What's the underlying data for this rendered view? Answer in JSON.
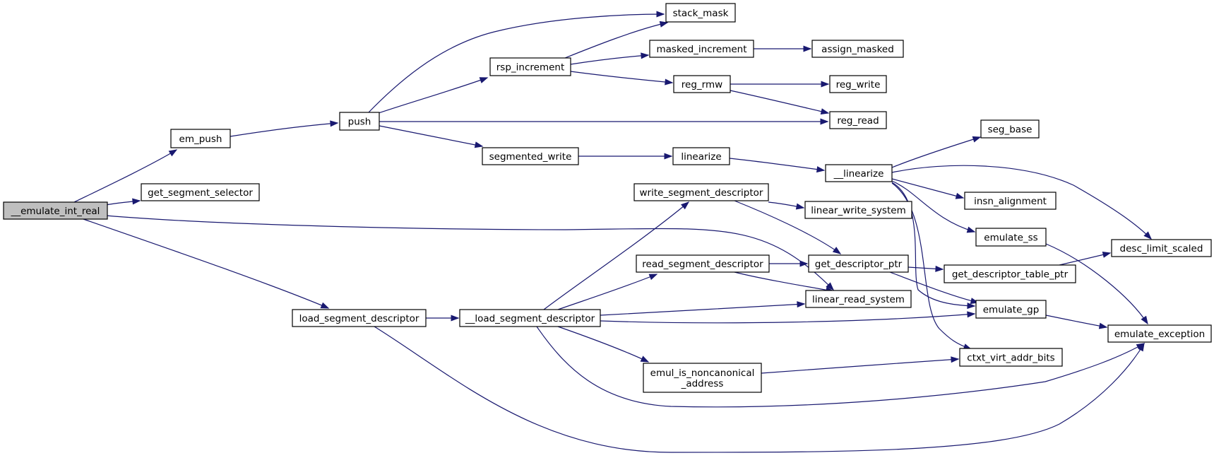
{
  "diagram": {
    "root": "__emulate_int_real",
    "nodes": [
      {
        "id": "__emulate_int_real",
        "lines": [
          "__emulate_int_real"
        ]
      },
      {
        "id": "em_push",
        "lines": [
          "em_push"
        ]
      },
      {
        "id": "get_segment_selector",
        "lines": [
          "get_segment_selector"
        ]
      },
      {
        "id": "load_segment_descriptor",
        "lines": [
          "load_segment_descriptor"
        ]
      },
      {
        "id": "push",
        "lines": [
          "push"
        ]
      },
      {
        "id": "__load_segment_descriptor",
        "lines": [
          "__load_segment_descriptor"
        ]
      },
      {
        "id": "rsp_increment",
        "lines": [
          "rsp_increment"
        ]
      },
      {
        "id": "segmented_write",
        "lines": [
          "segmented_write"
        ]
      },
      {
        "id": "stack_mask",
        "lines": [
          "stack_mask"
        ]
      },
      {
        "id": "masked_increment",
        "lines": [
          "masked_increment"
        ]
      },
      {
        "id": "reg_rmw",
        "lines": [
          "reg_rmw"
        ]
      },
      {
        "id": "linearize",
        "lines": [
          "linearize"
        ]
      },
      {
        "id": "write_segment_descriptor",
        "lines": [
          "write_segment_descriptor"
        ]
      },
      {
        "id": "read_segment_descriptor",
        "lines": [
          "read_segment_descriptor"
        ]
      },
      {
        "id": "emul_is_noncanonical_address",
        "lines": [
          "emul_is_noncanonical",
          "_address"
        ]
      },
      {
        "id": "assign_masked",
        "lines": [
          "assign_masked"
        ]
      },
      {
        "id": "reg_write",
        "lines": [
          "reg_write"
        ]
      },
      {
        "id": "reg_read",
        "lines": [
          "reg_read"
        ]
      },
      {
        "id": "__linearize",
        "lines": [
          "__linearize"
        ]
      },
      {
        "id": "linear_write_system",
        "lines": [
          "linear_write_system"
        ]
      },
      {
        "id": "get_descriptor_ptr",
        "lines": [
          "get_descriptor_ptr"
        ]
      },
      {
        "id": "linear_read_system",
        "lines": [
          "linear_read_system"
        ]
      },
      {
        "id": "seg_base",
        "lines": [
          "seg_base"
        ]
      },
      {
        "id": "insn_alignment",
        "lines": [
          "insn_alignment"
        ]
      },
      {
        "id": "emulate_ss",
        "lines": [
          "emulate_ss"
        ]
      },
      {
        "id": "get_descriptor_table_ptr",
        "lines": [
          "get_descriptor_table_ptr"
        ]
      },
      {
        "id": "emulate_gp",
        "lines": [
          "emulate_gp"
        ]
      },
      {
        "id": "ctxt_virt_addr_bits",
        "lines": [
          "ctxt_virt_addr_bits"
        ]
      },
      {
        "id": "desc_limit_scaled",
        "lines": [
          "desc_limit_scaled"
        ]
      },
      {
        "id": "emulate_exception",
        "lines": [
          "emulate_exception"
        ]
      }
    ],
    "edges": [
      {
        "from": "__emulate_int_real",
        "to": "em_push"
      },
      {
        "from": "__emulate_int_real",
        "to": "get_segment_selector"
      },
      {
        "from": "__emulate_int_real",
        "to": "load_segment_descriptor"
      },
      {
        "from": "__emulate_int_real",
        "to": "linear_read_system"
      },
      {
        "from": "em_push",
        "to": "push"
      },
      {
        "from": "push",
        "to": "stack_mask"
      },
      {
        "from": "push",
        "to": "rsp_increment"
      },
      {
        "from": "push",
        "to": "reg_read"
      },
      {
        "from": "push",
        "to": "segmented_write"
      },
      {
        "from": "rsp_increment",
        "to": "stack_mask"
      },
      {
        "from": "rsp_increment",
        "to": "masked_increment"
      },
      {
        "from": "rsp_increment",
        "to": "reg_rmw"
      },
      {
        "from": "masked_increment",
        "to": "assign_masked"
      },
      {
        "from": "reg_rmw",
        "to": "reg_write"
      },
      {
        "from": "reg_rmw",
        "to": "reg_read"
      },
      {
        "from": "segmented_write",
        "to": "linearize"
      },
      {
        "from": "linearize",
        "to": "__linearize"
      },
      {
        "from": "__linearize",
        "to": "seg_base"
      },
      {
        "from": "__linearize",
        "to": "desc_limit_scaled"
      },
      {
        "from": "__linearize",
        "to": "insn_alignment"
      },
      {
        "from": "__linearize",
        "to": "emulate_ss"
      },
      {
        "from": "__linearize",
        "to": "emulate_gp"
      },
      {
        "from": "__linearize",
        "to": "ctxt_virt_addr_bits"
      },
      {
        "from": "load_segment_descriptor",
        "to": "__load_segment_descriptor"
      },
      {
        "from": "load_segment_descriptor",
        "to": "emulate_exception"
      },
      {
        "from": "__load_segment_descriptor",
        "to": "write_segment_descriptor"
      },
      {
        "from": "__load_segment_descriptor",
        "to": "read_segment_descriptor"
      },
      {
        "from": "__load_segment_descriptor",
        "to": "linear_read_system"
      },
      {
        "from": "__load_segment_descriptor",
        "to": "emulate_gp"
      },
      {
        "from": "__load_segment_descriptor",
        "to": "emul_is_noncanonical_address"
      },
      {
        "from": "__load_segment_descriptor",
        "to": "emulate_exception"
      },
      {
        "from": "write_segment_descriptor",
        "to": "linear_write_system"
      },
      {
        "from": "write_segment_descriptor",
        "to": "get_descriptor_ptr"
      },
      {
        "from": "read_segment_descriptor",
        "to": "get_descriptor_ptr"
      },
      {
        "from": "read_segment_descriptor",
        "to": "linear_read_system"
      },
      {
        "from": "get_descriptor_ptr",
        "to": "get_descriptor_table_ptr"
      },
      {
        "from": "get_descriptor_ptr",
        "to": "emulate_gp"
      },
      {
        "from": "get_descriptor_table_ptr",
        "to": "desc_limit_scaled"
      },
      {
        "from": "emul_is_noncanonical_address",
        "to": "ctxt_virt_addr_bits"
      },
      {
        "from": "emulate_ss",
        "to": "emulate_exception"
      },
      {
        "from": "emulate_gp",
        "to": "emulate_exception"
      }
    ]
  }
}
